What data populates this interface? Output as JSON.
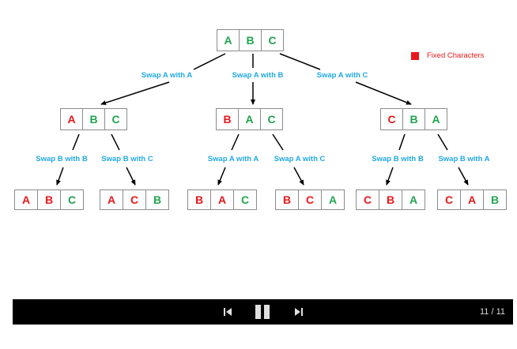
{
  "legend": {
    "label": "Fixed Characters",
    "color": "#e8191b"
  },
  "colors": {
    "fixed": "#e8191b",
    "free": "#21a44e",
    "edge_label": "#21a9e1"
  },
  "tree": {
    "root": {
      "cells": [
        [
          "A",
          "free"
        ],
        [
          "B",
          "free"
        ],
        [
          "C",
          "free"
        ]
      ]
    },
    "level1": [
      {
        "edge_label": "Swap A with A",
        "cells": [
          [
            "A",
            "fixed"
          ],
          [
            "B",
            "free"
          ],
          [
            "C",
            "free"
          ]
        ]
      },
      {
        "edge_label": "Swap A with B",
        "cells": [
          [
            "B",
            "fixed"
          ],
          [
            "A",
            "free"
          ],
          [
            "C",
            "free"
          ]
        ]
      },
      {
        "edge_label": "Swap A with C",
        "cells": [
          [
            "C",
            "fixed"
          ],
          [
            "B",
            "free"
          ],
          [
            "A",
            "free"
          ]
        ]
      }
    ],
    "level2": [
      {
        "edge_label": "Swap B with B",
        "cells": [
          [
            "A",
            "fixed"
          ],
          [
            "B",
            "fixed"
          ],
          [
            "C",
            "free"
          ]
        ]
      },
      {
        "edge_label": "Swap B with C",
        "cells": [
          [
            "A",
            "fixed"
          ],
          [
            "C",
            "fixed"
          ],
          [
            "B",
            "free"
          ]
        ]
      },
      {
        "edge_label": "Swap A with A",
        "cells": [
          [
            "B",
            "fixed"
          ],
          [
            "A",
            "fixed"
          ],
          [
            "C",
            "free"
          ]
        ]
      },
      {
        "edge_label": "Swap A with C",
        "cells": [
          [
            "B",
            "fixed"
          ],
          [
            "C",
            "fixed"
          ],
          [
            "A",
            "free"
          ]
        ]
      },
      {
        "edge_label": "Swap B with B",
        "cells": [
          [
            "C",
            "fixed"
          ],
          [
            "B",
            "fixed"
          ],
          [
            "A",
            "free"
          ]
        ]
      },
      {
        "edge_label": "Swap B with A",
        "cells": [
          [
            "C",
            "fixed"
          ],
          [
            "A",
            "fixed"
          ],
          [
            "B",
            "free"
          ]
        ]
      }
    ]
  },
  "player": {
    "counter": "11 / 11",
    "prev_icon": "skip-previous-icon",
    "pause_icon": "pause-icon",
    "next_icon": "skip-next-icon"
  }
}
